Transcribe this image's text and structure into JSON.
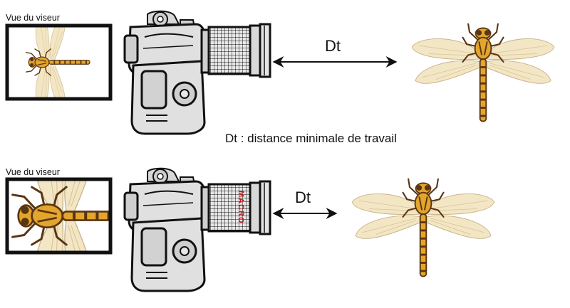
{
  "top_row": {
    "viewfinder_label": "Vue du viseur",
    "distance_label": "Dt"
  },
  "caption": "Dt : distance minimale de travail",
  "bottom_row": {
    "viewfinder_label": "Vue du viseur",
    "distance_label": "Dt",
    "lens_label": "MACRO"
  },
  "colors": {
    "camera_body": "#e0e0e0",
    "outline": "#111111",
    "lens_text": "#d21b1b",
    "dragonfly_body": "#e3a52c",
    "dragonfly_dark": "#5a3512",
    "wing": "#f3e6c4"
  },
  "icons": [
    "camera-icon",
    "dragonfly-icon",
    "double-arrow-icon",
    "viewfinder-icon"
  ]
}
